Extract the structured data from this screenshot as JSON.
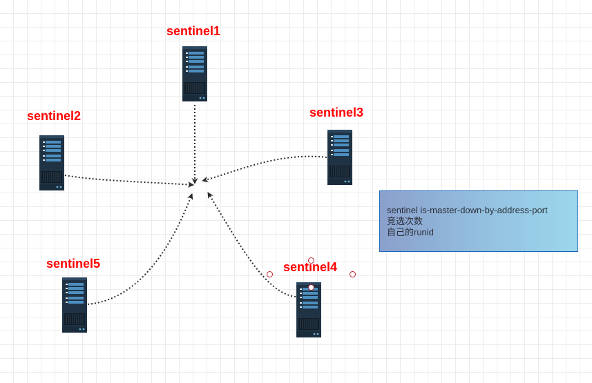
{
  "nodes": [
    {
      "id": "sentinel1",
      "label": "sentinel1"
    },
    {
      "id": "sentinel2",
      "label": "sentinel2"
    },
    {
      "id": "sentinel3",
      "label": "sentinel3"
    },
    {
      "id": "sentinel4",
      "label": "sentinel4"
    },
    {
      "id": "sentinel5",
      "label": "sentinel5"
    }
  ],
  "edges": [
    {
      "from": "sentinel1",
      "to": "center",
      "style": "dotted",
      "arrow": true
    },
    {
      "from": "sentinel2",
      "to": "center",
      "style": "dotted",
      "arrow": true
    },
    {
      "from": "sentinel3",
      "to": "center",
      "style": "dotted",
      "arrow": true
    },
    {
      "from": "sentinel4",
      "to": "center",
      "style": "dotted",
      "arrow": true
    },
    {
      "from": "sentinel5",
      "to": "center",
      "style": "dotted",
      "arrow": true
    }
  ],
  "note": {
    "lines": [
      "sentinel is-master-down-by-address-port",
      "竞选次数",
      "自己的runid"
    ]
  },
  "selected_node": "sentinel4",
  "icons": {
    "server": "server-icon"
  },
  "colors": {
    "label": "#ff0000",
    "server_body": "#1f3345",
    "server_panel": "#4d8fc0",
    "edge": "#2b2b2b",
    "note_border": "#1a66b8",
    "selection_handle": "#b8232f"
  }
}
